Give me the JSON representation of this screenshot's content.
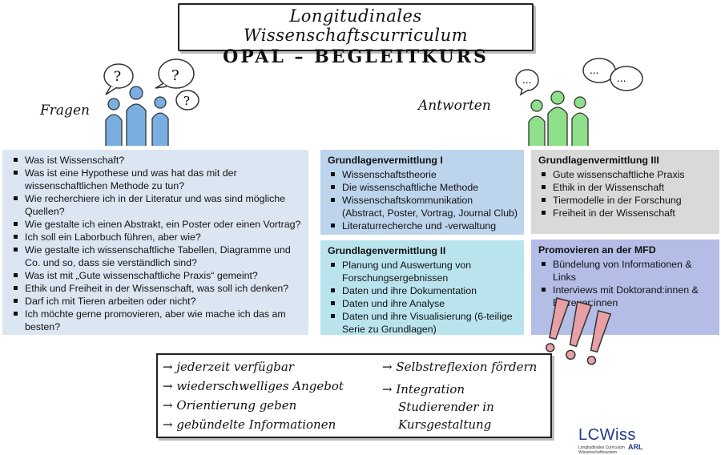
{
  "title": {
    "line1": "Longitudinales Wissenschaftscurriculum",
    "line2": "OPAL – BEGLEITKURS"
  },
  "doodles": {
    "fragen": "Fragen",
    "antworten": "Antworten",
    "question_mark": "?",
    "dots": "..."
  },
  "questions": [
    "Was ist Wissenschaft?",
    "Was ist eine Hypothese und was hat das mit der wissenschaftlichen Methode zu tun?",
    "Wie recherchiere ich in der Literatur und was sind mögliche Quellen?",
    "Wie gestalte ich einen Abstrakt, ein Poster oder einen Vortrag?",
    "Ich soll ein Laborbuch führen, aber wie?",
    "Wie gestalte ich wissenschaftliche Tabellen, Diagramme und Co. und so, dass sie verständlich sind?",
    "Was ist mit „Gute wissenschaftliche Praxis“ gemeint?",
    "Ethik und Freiheit in der Wissenschaft, was soll ich denken?",
    "Darf ich mit Tieren arbeiten oder nicht?",
    "Ich möchte gerne promovieren, aber wie mache ich das am besten?"
  ],
  "gv1": {
    "title": "Grundlagenvermittlung I",
    "items": [
      "Wissenschaftstheorie",
      "Die wissenschaftliche Methode",
      "Wissenschaftskommunikation (Abstract, Poster, Vortrag, Journal Club)",
      "Literaturrecherche und -verwaltung"
    ]
  },
  "gv2": {
    "title": "Grundlagenvermittlung II",
    "items": [
      "Planung und Auswertung von Forschungsergebnissen",
      "Daten und ihre Dokumentation",
      "Daten und ihre Analyse",
      "Daten und ihre Visualisierung (6-teilige Serie zu Grundlagen)"
    ]
  },
  "gv3": {
    "title": "Grundlagenvermittlung III",
    "items": [
      "Gute wissenschaftliche Praxis",
      "Ethik in der Wissenschaft",
      "Tiermodelle in der Forschung",
      "Freiheit in der Wissenschaft"
    ]
  },
  "mfd": {
    "title": "Promovieren an der MFD",
    "items": [
      "Bündelung von Informationen & Links",
      "Interviews mit Doktorand:innen & Betreuer:innen"
    ]
  },
  "features": {
    "left": [
      "→ jederzeit verfügbar",
      "→ wiederschwelliges Angebot",
      "→ Orientierung geben",
      "→ gebündelte Informationen"
    ],
    "right_1": "→ Selbstreflexion fördern",
    "right_2": [
      "→ Integration",
      "Studierender in",
      "Kursgestaltung"
    ]
  },
  "logo": {
    "name": "LCWiss",
    "subtitle": "Longitudinales Curriculum Wissenschaftssystem",
    "partner": "ARL"
  },
  "colors": {
    "questions_bg": "#dce6f2",
    "gv1_bg": "#bcd4ec",
    "gv2_bg": "#b9e4ee",
    "gv3_bg": "#d9d9d9",
    "mfd_bg": "#b3bde6",
    "people_blue": "#7aaee0",
    "people_green": "#8fe08a",
    "exclamation_red": "#e8a0a6"
  },
  "icons": [
    "person-icon",
    "speech-bubble-icon",
    "exclamation-icon"
  ]
}
